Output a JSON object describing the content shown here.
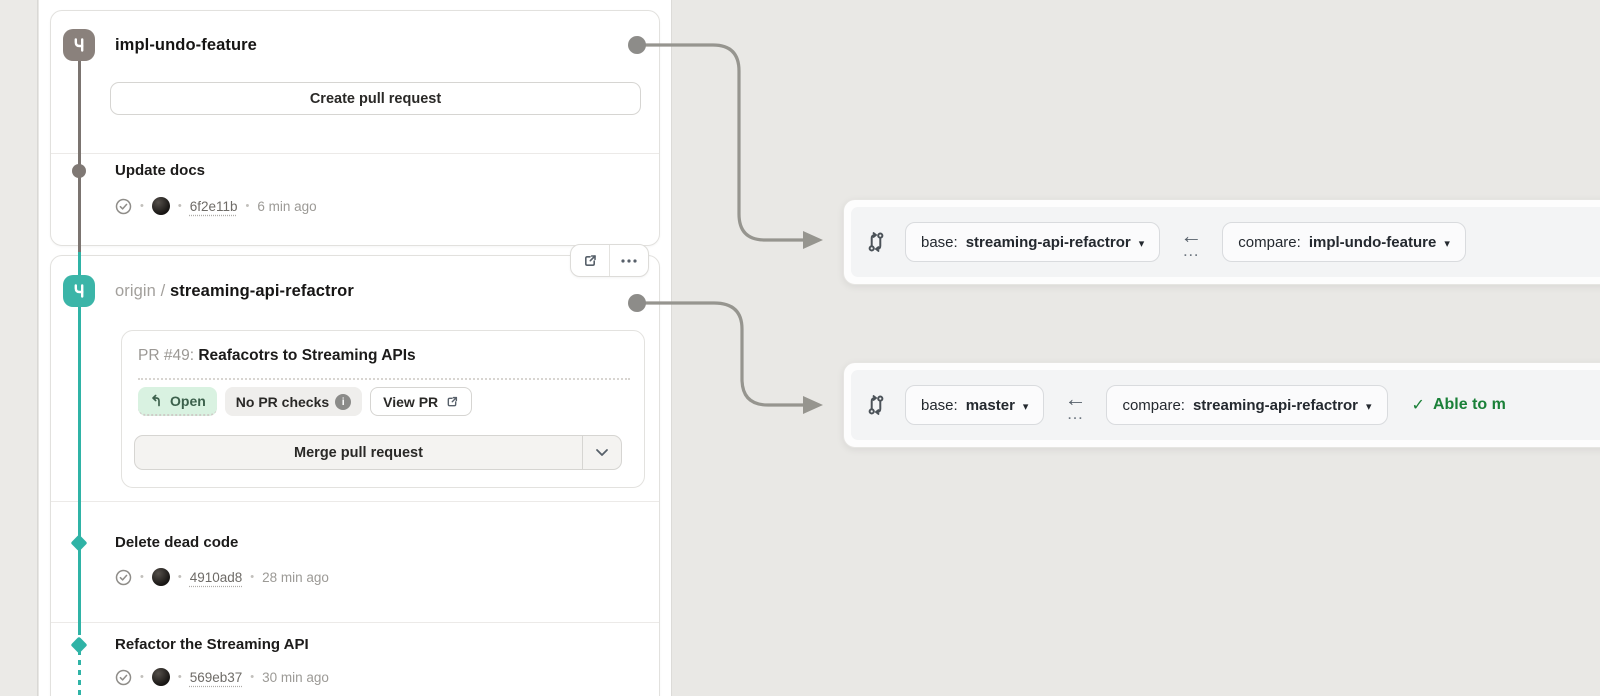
{
  "glyphs": {
    "bullet": "•",
    "arrow_left": "←",
    "ellipsis": "…",
    "caret_down": "▾",
    "check": "✓"
  },
  "colors": {
    "teal_accent": "#2fb3a6",
    "taupe_accent": "#8a817c",
    "success_green": "#1a8038",
    "open_badge_bg": "#d9f2e1",
    "page_bg": "#e9e8e5"
  },
  "branch_lane_1": {
    "title": "impl-undo-feature",
    "create_pr_button": "Create pull request",
    "commit": {
      "title": "Update docs",
      "hash": "6f2e11b",
      "time": "6 min ago"
    }
  },
  "branch_lane_2": {
    "remote_prefix": "origin /",
    "title": "streaming-api-refactror",
    "pr_card": {
      "number_label": "PR #49:",
      "title": "Reafacotrs to Streaming APIs",
      "open_badge": "Open",
      "checks_badge": "No PR checks",
      "view_pr_button": "View PR",
      "merge_button": "Merge pull request"
    },
    "commits": [
      {
        "title": "Delete dead code",
        "hash": "4910ad8",
        "time": "28 min ago"
      },
      {
        "title": "Refactor the Streaming API",
        "hash": "569eb37",
        "time": "30 min ago"
      }
    ]
  },
  "compare_bars": [
    {
      "base_prefix": "base:",
      "base_branch": "streaming-api-refactror",
      "compare_prefix": "compare:",
      "compare_branch": "impl-undo-feature"
    },
    {
      "base_prefix": "base:",
      "base_branch": "master",
      "compare_prefix": "compare:",
      "compare_branch": "streaming-api-refactror",
      "merge_status": "Able to m"
    }
  ]
}
